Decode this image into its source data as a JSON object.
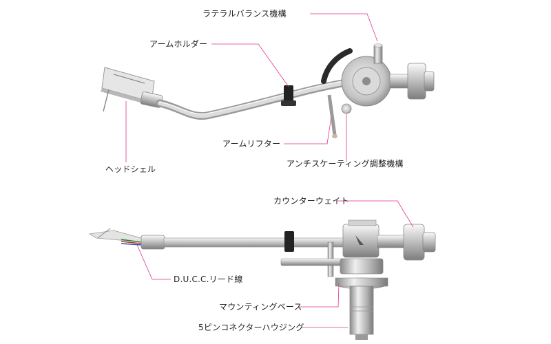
{
  "leader_color": "#e0338f",
  "labels": {
    "lateral_balance": "ラテラルバランス機構",
    "arm_holder": "アームホルダー",
    "arm_lifter": "アームリフター",
    "anti_skating": "アンチスケーティング調整機構",
    "headshell": "ヘッドシェル",
    "counterweight": "カウンターウェイト",
    "ducc_lead": "D.U.C.C.リード線",
    "mounting_base": "マウンティングベース",
    "pin_connector": "5ピンコネクターハウジング"
  }
}
